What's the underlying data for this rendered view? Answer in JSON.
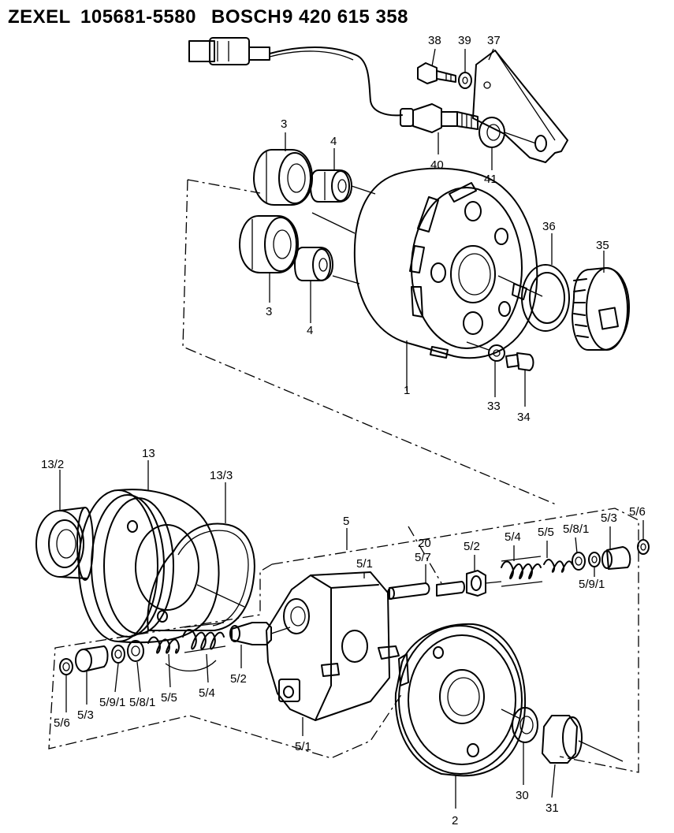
{
  "header": {
    "brand1": "ZEXEL",
    "number1": "105681-5580",
    "brand2": "BOSCH",
    "number2": "9 420 615 358"
  },
  "callouts": [
    {
      "id": "c38",
      "text": "38"
    },
    {
      "id": "c39",
      "text": "39"
    },
    {
      "id": "c37",
      "text": "37"
    },
    {
      "id": "c40",
      "text": "40"
    },
    {
      "id": "c41",
      "text": "41"
    },
    {
      "id": "c3a",
      "text": "3"
    },
    {
      "id": "c4a",
      "text": "4"
    },
    {
      "id": "c3b",
      "text": "3"
    },
    {
      "id": "c4b",
      "text": "4"
    },
    {
      "id": "c36",
      "text": "36"
    },
    {
      "id": "c35",
      "text": "35"
    },
    {
      "id": "c1",
      "text": "1"
    },
    {
      "id": "c33",
      "text": "33"
    },
    {
      "id": "c34",
      "text": "34"
    },
    {
      "id": "c13_2",
      "text": "13/2"
    },
    {
      "id": "c13",
      "text": "13"
    },
    {
      "id": "c13_3",
      "text": "13/3"
    },
    {
      "id": "c5",
      "text": "5"
    },
    {
      "id": "c20",
      "text": "20"
    },
    {
      "id": "c5_7",
      "text": "5/7"
    },
    {
      "id": "c5_2a",
      "text": "5/2"
    },
    {
      "id": "c5_4a",
      "text": "5/4"
    },
    {
      "id": "c5_5a",
      "text": "5/5"
    },
    {
      "id": "c5_8_1a",
      "text": "5/8/1"
    },
    {
      "id": "c5_3a",
      "text": "5/3"
    },
    {
      "id": "c5_6a",
      "text": "5/6"
    },
    {
      "id": "c5_9_1a",
      "text": "5/9/1"
    },
    {
      "id": "c5_1a",
      "text": "5/1"
    },
    {
      "id": "c5_6b",
      "text": "5/6"
    },
    {
      "id": "c5_3b",
      "text": "5/3"
    },
    {
      "id": "c5_9_1b",
      "text": "5/9/1"
    },
    {
      "id": "c5_8_1b",
      "text": "5/8/1"
    },
    {
      "id": "c5_5b",
      "text": "5/5"
    },
    {
      "id": "c5_4b",
      "text": "5/4"
    },
    {
      "id": "c5_2b",
      "text": "5/2"
    },
    {
      "id": "c5_1b",
      "text": "5/1"
    },
    {
      "id": "c30",
      "text": "30"
    },
    {
      "id": "c31",
      "text": "31"
    },
    {
      "id": "c2",
      "text": "2"
    }
  ]
}
